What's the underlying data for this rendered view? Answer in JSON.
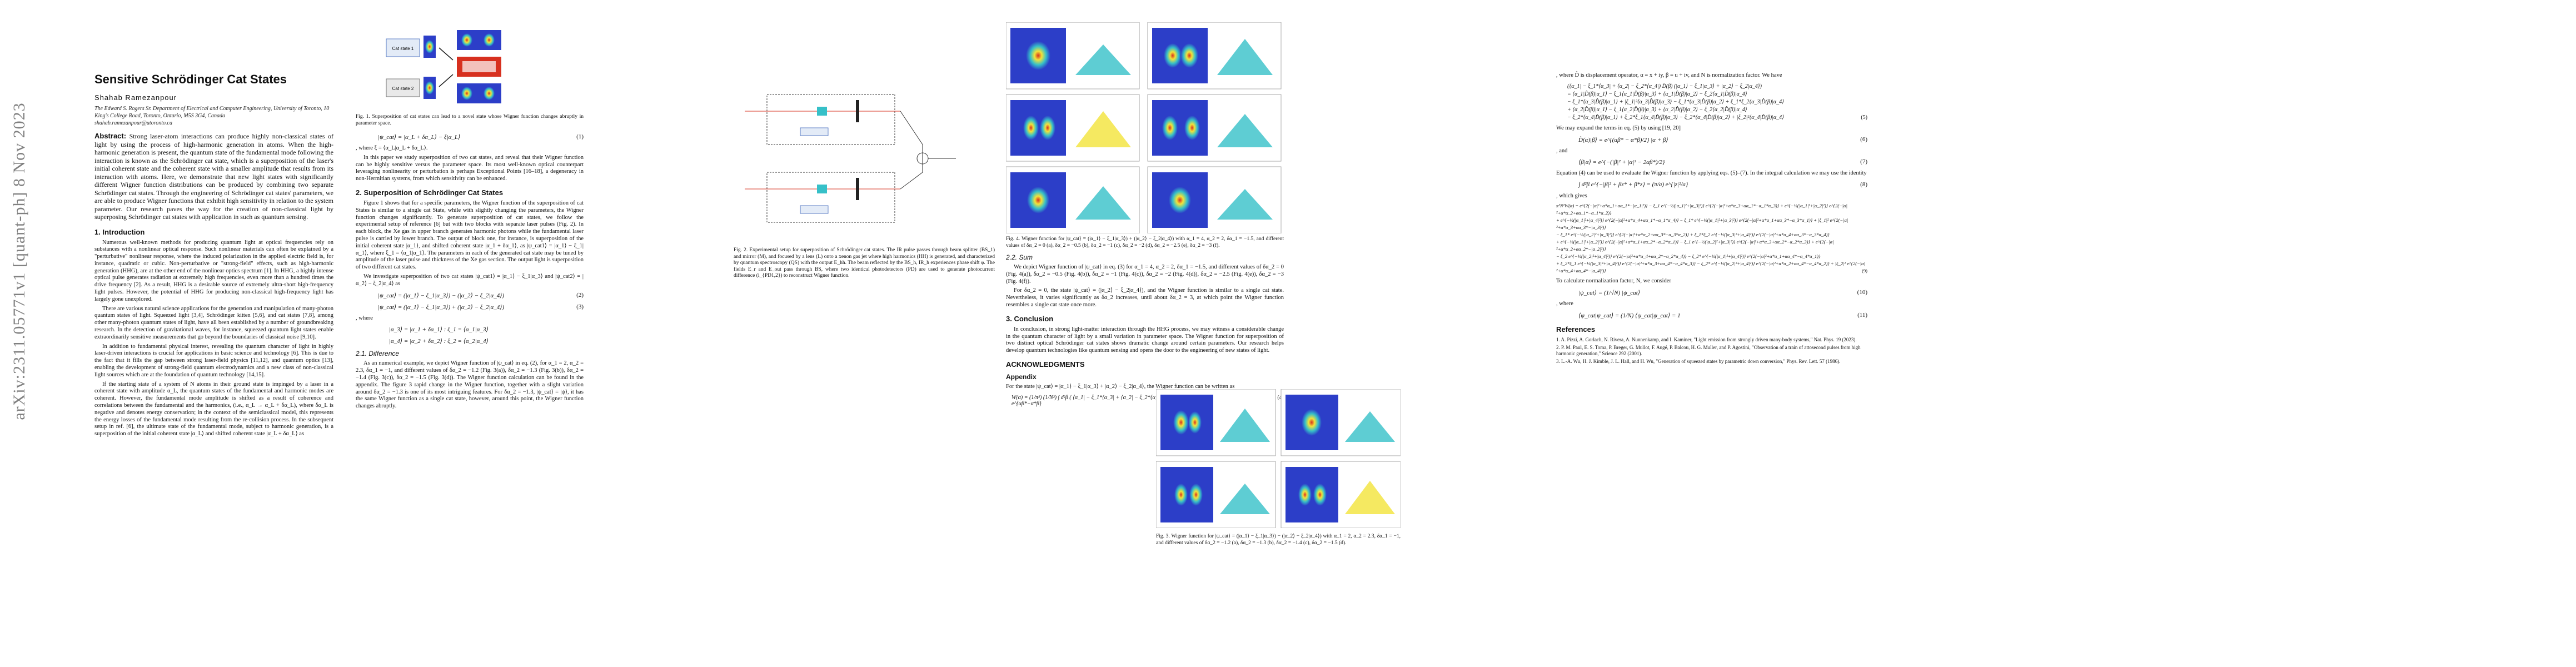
{
  "arxiv_id": "arXiv:2311.05771v1  [quant-ph]  8 Nov 2023",
  "page1": {
    "title": "Sensitive Schrödinger Cat States",
    "author": "Shahab Ramezanpour",
    "affiliation": "The Edward S. Rogers Sr. Department of Electrical and Computer Engineering, University of Toronto, 10 King's College Road, Toronto, Ontario, M5S 3G4, Canada",
    "email": "shahab.ramezanpour@utoronto.ca",
    "abstract_label": "Abstract:",
    "abstract": "Strong laser-atom interactions can produce highly non-classical states of light by using the process of high-harmonic generation in atoms. When the high-harmonic generation is present, the quantum state of the fundamental mode following the interaction is known as the Schrödinger cat state, which is a superposition of the laser's initial coherent state and the coherent state with a smaller amplitude that results from its interaction with atoms. Here, we demonstrate that new light states with significantly different Wigner function distributions can be produced by combining two separate Schrödinger cat states. Through the engineering of Schrödinger cat states' parameters, we are able to produce Wigner functions that exhibit high sensitivity in relation to the system parameter. Our research paves the way for the creation of non-classical light by superposing Schrödinger cat states with application in such as quantum sensing.",
    "sec1_title": "1.   Introduction",
    "sec1_p1": "Numerous well-known methods for producing quantum light at optical frequencies rely on substances with a nonlinear optical response. Such nonlinear materials can often be explained by a \"perturbative\" nonlinear response, where the induced polarization in the applied electric field is, for instance, quadratic or cubic. Non-perturbative or \"strong-field\" effects, such as high-harmonic generation (HHG), are at the other end of the nonlinear optics spectrum [1]. In HHG, a highly intense optical pulse generates radiation at extremely high frequencies, even more than a hundred times the drive frequency [2]. As a result, HHG is a desirable source of extremely ultra-short high-frequency light pulses. However, the potential of HHG for producing non-classical high-frequency light has largely gone unexplored.",
    "sec1_p2": "There are various natural science applications for the generation and manipulation of many-photon quantum states of light. Squeezed light [3,4], Schrödinger kitten [5,6], and cat states [7,8], among other many-photon quantum states of light, have all been established by a number of groundbreaking research. In the detection of gravitational waves, for instance, squeezed quantum light states enable extraordinarily sensitive measurements that go beyond the boundaries of classical noise [9,10].",
    "sec1_p3": "In addition to fundamental physical interest, revealing the quantum character of light in highly laser-driven interactions is crucial for applications in basic science and technology [6]. This is due to the fact that it fills the gap between strong laser-field physics [11,12], and quantum optics [13], enabling the development of strong-field quantum electrodynamics and a new class of non-classical light sources which are at the foundation of quantum technology [14,15].",
    "sec1_p4": "If the starting state of a system of N atoms in their ground state is impinged by a laser in a coherent state with amplitude α_L, the quantum states of the fundamental and harmonic modes are coherent. However, the fundamental mode amplitude is shifted as a result of coherence and correlations between the fundamental and the harmonics, (i.e., α_L → α_L + δα_L), where δα_L is negative and denotes energy conservation; in the context of the semiclassical model, this represents the energy losses of the fundamental mode resulting from the re-collision process. In the subsequent setup in ref. [6], the ultimate state of the fundamental mode, subject to harmonic generation, is a superposition of the initial coherent state |α_L⟩ and shifted coherent state |α_L + δα_L⟩ as",
    "fig1_cat1": "Cat state 1",
    "fig1_cat2": "Cat state 2",
    "fig1_caption": "Fig. 1.  Superposition of cat states can lead to a novel state whose Wigner function changes abruptly in parameter space.",
    "eq1": "|ψ_cat⟩ = |α_L + δα_L⟩ − ξ|α_L⟩",
    "eq1_num": "(1)",
    "where1": ", where ξ = ⟨α_L|α_L + δα_L⟩.",
    "col2_p1": "In this paper we study superposition of two cat states, and reveal that their Wigner function can be highly sensitive versus the parameter space. Its most well-known optical counterpart leveraging nonlinearity or perturbation is perhaps Exceptional Points [16–18], a degeneracy in non-Hermitian systems, from which sensitivity can be enhanced.",
    "sec2_title": "2.   Superposition of Schrödinger Cat States",
    "sec2_p1": "Figure 1 shows that for a specific parameters, the Wigner function of the superposition of cat States is similar to a single cat State, while with slightly changing the parameters, the Wigner function changes significantly. To generate superposition of cat states, we follow the experimental setup of reference [6] but with two blocks with separate laser pulses (Fig. 2). In each block, the Xe gas in upper branch generates harmonic photons while the fundamental laser pulse is carried by lower branch. The output of block one, for instance, is superposition of the initial coherent state |α_1⟩, and shifted coherent state |α_1 + δα_1⟩, as |ψ_cat1⟩ = |α_1⟩ − ξ_1|α_1⟩, where ξ_1 = ⟨α_1|α_1⟩. The parameters in each of the generated cat state may be tuned by amplitude of the laser pulse and thickness of the Xe gas section. The output light is superposition of two different cat states.",
    "sec2_p2": "We investigate superposition of two cat states |ψ_cat1⟩ = |α_1⟩ − ξ_1|α_3⟩ and |ψ_cat2⟩ = |α_2⟩ − ξ_2|α_4⟩ as",
    "eq2": "|ψ_cat⟩ = (|α_1⟩ − ξ_1|α_3⟩) − (|α_2⟩ − ξ_2|α_4⟩)",
    "eq2_num": "(2)",
    "eq3": "|ψ_cat⟩ = (|α_1⟩ − ξ_1|α_3⟩) + (|α_2⟩ − ξ_2|α_4⟩)",
    "eq3_num": "(3)",
    "where2": ", where",
    "eq4a": "|α_3⟩ = |α_1 + δα_1⟩   :   ξ_1 = ⟨α_1|α_3⟩",
    "eq4b": "|α_4⟩ = |α_2 + δα_2⟩   :   ξ_2 = ⟨α_2|α_4⟩",
    "sub21_title": "2.1.   Difference",
    "sub21_p1": "As an numerical example, we depict Wigner function of |ψ_cat⟩ in eq. (2), for α_1 = 2, α_2 = 2.3, δα_1 = −1, and different values of δα_2 = −1.2 (Fig. 3(a)), δα_2 = −1.3 (Fig. 3(b)), δα_2 = −1.4 (Fig. 3(c)), δα_2 = −1.5 (Fig. 3(d)). The Wigner function calculation can be found in the appendix. The figure 3 rapid change in the Wigner function, together with a slight variation around δα_2 = −1.3 is one of its most intriguing features. For δα_2 = −1.3, |ψ_cat⟩ = |ψ⟩, it has the same Wigner function as a single cat state, however, around this point, the Wigner function changes abruptly."
  },
  "page2": {
    "fig2_caption": "Fig. 2.   Experimental setup for superposition of Schrödinger cat states. The IR pulse passes through beam splitter (BS_1) and mirror (M), and focused by a lens (L) onto a xenon gas jet where high harmonics (HH) is generated, and characterized by quantum spectroscopy (QS) with the output E_hh. The beam reflected by the BS_h, IR_h experiences phase shift φ. The fields E_r and E_out pass through BS, where two identical photodetectors (PD) are used to generate photocurrent difference (i_{PD1,2}) to reconstruct Wigner function.",
    "fig3_caption": "Fig. 3.   Wigner function for |ψ_cat⟩ = (|α_1⟩ − ξ_1|α_3⟩) − (|α_2⟩ − ξ_2|α_4⟩) with α_1 = 2, α_2 = 2.3, δα_1 = −1, and different values of δα_2 = −1.2 (a), δα_2 = −1.3 (b), δα_2 = −1.4 (c), δα_2 = −1.5 (d).",
    "fig4_caption": "Fig. 4.   Wigner function for |ψ_cat⟩ = (|α_1⟩ − ξ_1|α_3⟩) + (|α_2⟩ − ξ_2|α_4⟩) with α_1 = 4, α_2 = 2, δα_1 = −1.5, and different values of δα_2 = 0 (a), δα_2 = −0.5 (b), δα_2 = −1 (c), δα_2 = −2 (d), δα_2 = −2.5 (e), δα_2 = −3 (f).",
    "sub22_title": "2.2.   Sum",
    "sub22_p1": "We depict Wigner function of |ψ_cat⟩ in eq. (3) for α_1 = 4, α_2 = 2, δα_1 = −1.5, and different values of δα_2 = 0 (Fig. 4(a)), δα_2 = −0.5 (Fig. 4(b)), δα_2 = −1 (Fig. 4(c)), δα_2 = −2 (Fig. 4(d)), δα_2 = −2.5 (Fig. 4(e)), δα_2 = −3 (Fig. 4(f)).",
    "sub22_p2": "For δα_2 = 0, the state |ψ_cat⟩ = (|α_2⟩ − ξ_2|α_4⟩), and the Wigner function is similar to a single cat state. Nevertheless, it varies significantly as δα_2 increases, until about δα_2 = 3, at which point the Wigner function resembles a single cat state once more.",
    "sec3_title": "3.   Conclusion",
    "sec3_p1": "In conclusion, in strong light-matter interaction through the HHG process, we may witness a considerable change in the quantum character of light by a small variation in parameter space. The Wigner function for superposition of two distinct optical Schrödinger cat states shows dramatic change around certain parameters. Our research helps develop quantum technologies like quantum sensing and opens the door to the engineering of new states of light.",
    "ack_title": "ACKNOWLEDGMENTS",
    "app_title": "Appendix",
    "app_p1": "For the state |ψ_cat⟩ = |α_1⟩ − ξ_1|α_3⟩ + |α_2⟩ − ξ_2|α_4⟩, the Wigner function can be written as",
    "eq5": "W(α) = (1/π²) (1/N²) ∫ d²β ( ⟨α_1| − ξ_1*⟨α_3| + ⟨α_2| − ξ_2*⟨α_4| ) D̂(β) ( |α_1⟩ − ξ_1|α_3⟩ + |α_2⟩ − ξ_2|α_4⟩ ) e^{αβ*−α*β}",
    "eq5_num": "(4)",
    "col2_intro": ", where D̂ is displacement operator, α = x + iy, β = u + iv, and N is normalization factor. We have",
    "eq6_lines": [
      "(⟨α_1| − ξ_1*⟨α_3| + ⟨α_2| − ξ_2*⟨α_4|) D̂(β) (|α_1⟩ − ξ_1|α_3⟩ + |α_2⟩ − ξ_2|α_4⟩)",
      "= ⟨α_1|D̂(β)|α_1⟩ − ξ_1⟨α_1|D̂(β)|α_3⟩ + ⟨α_1|D̂(β)|α_2⟩ − ξ_2⟨α_1|D̂(β)|α_4⟩",
      "− ξ_1*⟨α_3|D̂(β)|α_1⟩ + |ξ_1|²⟨α_3|D̂(β)|α_3⟩ − ξ_1*⟨α_3|D̂(β)|α_2⟩ + ξ_1*ξ_2⟨α_3|D̂(β)|α_4⟩",
      "+ ⟨α_2|D̂(β)|α_1⟩ − ξ_1⟨α_2|D̂(β)|α_3⟩ + ⟨α_2|D̂(β)|α_2⟩ − ξ_2⟨α_2|D̂(β)|α_4⟩",
      "− ξ_2*⟨α_4|D̂(β)|α_1⟩ + ξ_2*ξ_1⟨α_4|D̂(β)|α_3⟩ − ξ_2*⟨α_4|D̂(β)|α_2⟩ + |ξ_2|²⟨α_4|D̂(β)|α_4⟩"
    ],
    "eq6_num": "(5)",
    "expand": "We may expand the terms in eq. (5) by using [19, 20]",
    "eq7": "D̂(α)|β⟩ = e^{(αβ* − α*β)/2} |α + β⟩",
    "eq7_num": "(6)",
    "and1": ", and",
    "eq8": "⟨β|α⟩ = e^{−(|β|² + |α|² − 2αβ*)/2}",
    "eq8_num": "(7)",
    "eq_use": "Equation (4) can be used to evaluate the Wigner function by applying eqs. (5)–(7). In the integral calculation we may use the identity",
    "eq9": "∫ d²β e^{−|β|² + βz* + β*z} = (π/a) e^{|z|²/a}",
    "eq9_num": "(8)",
    "which_gives": ", which gives",
    "eq10_lines": [
      "π²N²W(α) = e^{2(−|α|²+α*α_1+αα_1*−|α_1|²)} − ξ_1 e^{−½(|α_1|²+|α_3|²)} e^{2(−|α|²+α*α_3+αα_1*−α_1*α_3)} + e^{−½(|α_1|²+|α_2|²)} e^{2(−|α|²+α*α_2+αα_1*−α_1*α_2)}",
      "+ e^{−½(|α_1|²+|α_4|²)} e^{2(−|α|²+α*α_4+αα_1*−α_1*α_4)} − ξ_1* e^{−½(|α_1|²+|α_3|²)} e^{2(−|α|²+α*α_1+αα_3*−α_3*α_1)} + |ξ_1|² e^{2(−|α|²+α*α_3+αα_3*−|α_3|²)}",
      "− ξ_1* e^{−½(|α_2|²+|α_3|²)} e^{2(−|α|²+α*α_2+αα_3*−α_3*α_2)} + ξ_1*ξ_2 e^{−½(|α_3|²+|α_4|²)} e^{2(−|α|²+α*α_4+αα_3*−α_3*α_4)}",
      "+ e^{−½(|α_1|²+|α_2|²)} e^{2(−|α|²+α*α_1+αα_2*−α_2*α_1)} − ξ_1 e^{−½(|α_2|²+|α_3|²)} e^{2(−|α|²+α*α_3+αα_2*−α_2*α_3)} + e^{2(−|α|²+α*α_2+αα_2*−|α_2|²)}",
      "− ξ_2 e^{−½(|α_2|²+|α_4|²)} e^{2(−|α|²+α*α_4+αα_2*−α_2*α_4)} − ξ_2* e^{−½(|α_1|²+|α_4|²)} e^{2(−|α|²+α*α_1+αα_4*−α_4*α_1)}",
      "+ ξ_2*ξ_1 e^{−½(|α_3|²+|α_4|²)} e^{2(−|α|²+α*α_3+αα_4*−α_4*α_3)} − ξ_2* e^{−½(|α_2|²+|α_4|²)} e^{2(−|α|²+α*α_2+αα_4*−α_4*α_2)} + |ξ_2|² e^{2(−|α|²+α*α_4+αα_4*−|α_4|²)}"
    ],
    "eq10_num": "(9)",
    "norm_intro": "To calculate normalization factor, N, we consider",
    "eq11": "|ψ_cat⟩ = (1/√N) |ψ_cat⟩",
    "eq11_num": "(10)",
    "where3": ", where",
    "eq12": "⟨ψ_cat|ψ_cat⟩ = (1/N) ⟨ψ_cat|ψ_cat⟩ = 1",
    "eq12_num": "(11)",
    "refs_title": "References",
    "refs": [
      "1.  A. Pizzi, A. Gorlach, N. Rivera, A. Nunnenkamp, and I. Kaminer, \"Light emission from strongly driven many-body systems,\" Nat. Phys. 19 (2023).",
      "2.  P. M. Paul, E. S. Toma, P. Breger, G. Mullot, F. Augé, P. Balcou, H. G. Muller, and P. Agostini, \"Observation of a train of attosecond pulses from high harmonic generation,\" Science 292 (2001).",
      "3.  L.-A. Wu, H. J. Kimble, J. L. Hall, and H. Wu, \"Generation of squeezed states by parametric down conversion,\" Phys. Rev. Lett. 57 (1986)."
    ]
  },
  "colors": {
    "arxiv_gray": "#808080",
    "wigner_low": "#2c3ec8",
    "wigner_mid": "#36c0c8",
    "wigner_high": "#f2e33a",
    "wigner_peak": "#d7301f"
  }
}
